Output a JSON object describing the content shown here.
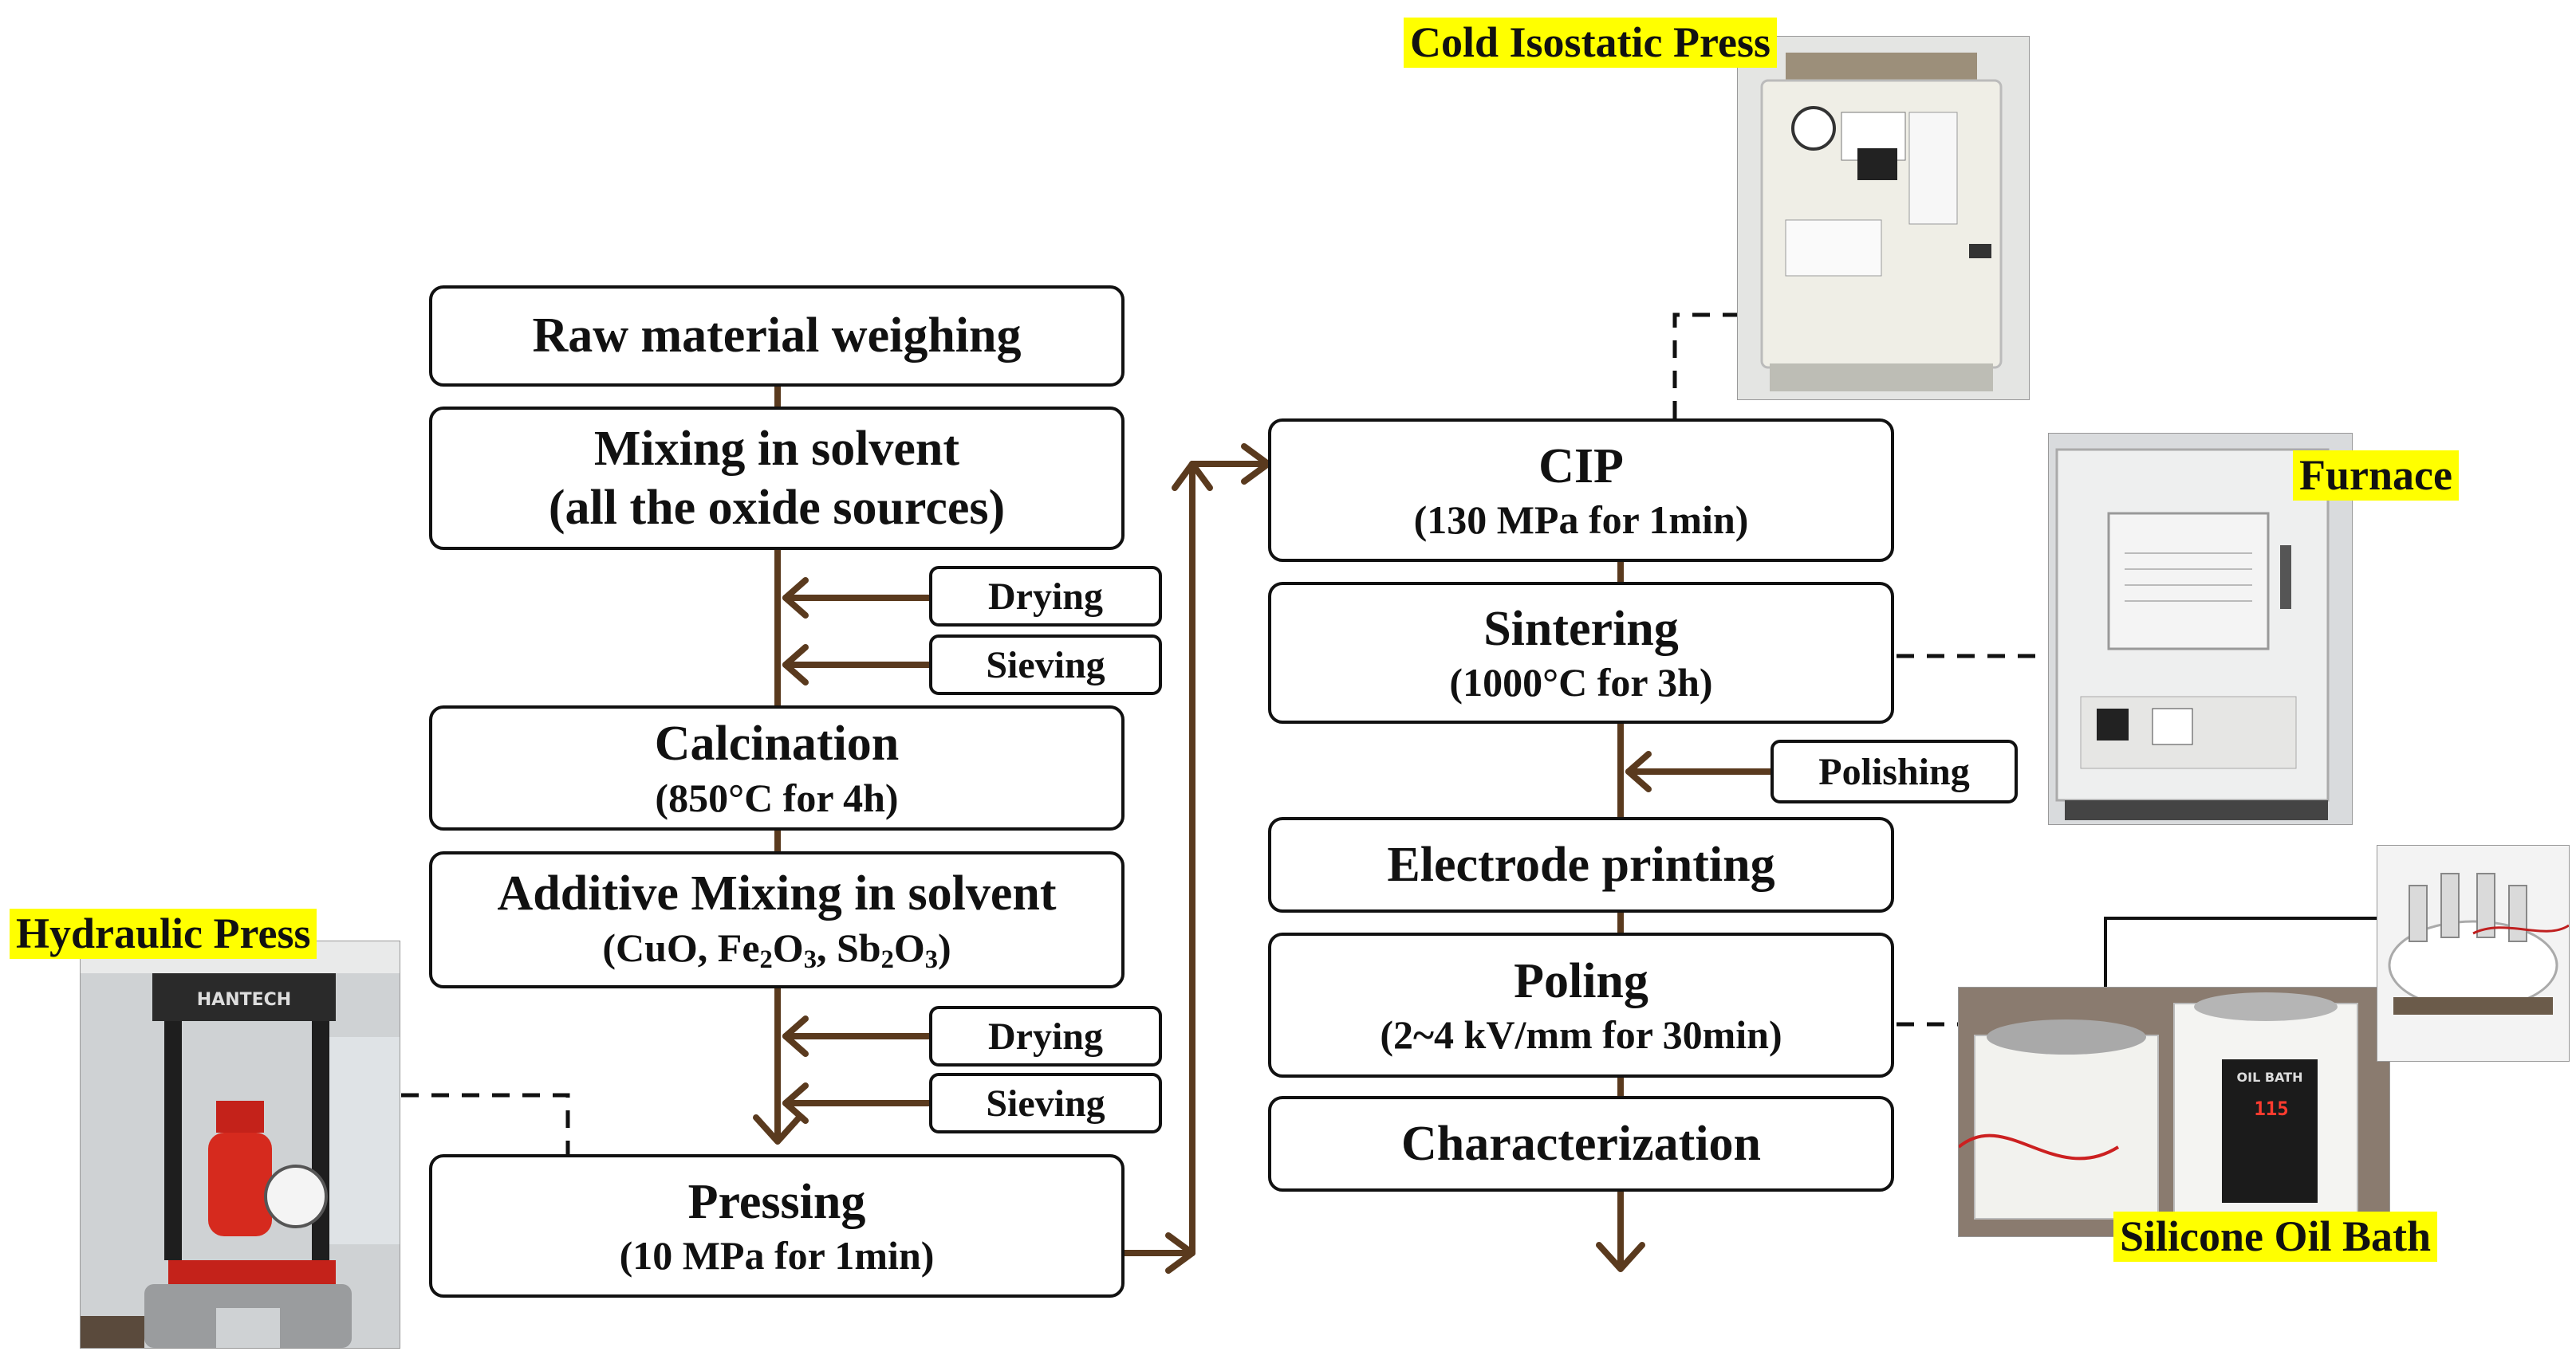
{
  "labels": {
    "hydraulic_press": "Hydraulic Press",
    "cold_isostatic_press": "Cold Isostatic Press",
    "furnace": "Furnace",
    "silicone_oil_bath": "Silicone Oil Bath"
  },
  "left_column": {
    "raw_material": "Raw material weighing",
    "mixing_title": "Mixing in solvent",
    "mixing_sub": "(all the oxide sources)",
    "drying1": "Drying",
    "sieving1": "Sieving",
    "calcination_title": "Calcination",
    "calcination_sub": "(850°C for 4h)",
    "additive_title": "Additive Mixing in solvent",
    "additive_sub": {
      "a": "(CuO, Fe",
      "a2": "2",
      "b": "O",
      "b2": "3",
      "c": ", Sb",
      "c2": "2",
      "d": "O",
      "d2": "3",
      "e": ")"
    },
    "drying2": "Drying",
    "sieving2": "Sieving",
    "pressing_title": "Pressing",
    "pressing_sub": "(10 MPa for 1min)"
  },
  "right_column": {
    "cip_title": "CIP",
    "cip_sub": "(130 MPa for 1min)",
    "sintering_title": "Sintering",
    "sintering_sub": "(1000°C for 3h)",
    "polishing": "Polishing",
    "electrode": "Electrode printing",
    "poling_title": "Poling",
    "poling_sub": "(2~4 kV/mm  for 30min)",
    "characterization": "Characterization"
  },
  "display": {
    "oil_bath_panel_text": "OIL BATH",
    "oil_bath_reading": "115"
  }
}
